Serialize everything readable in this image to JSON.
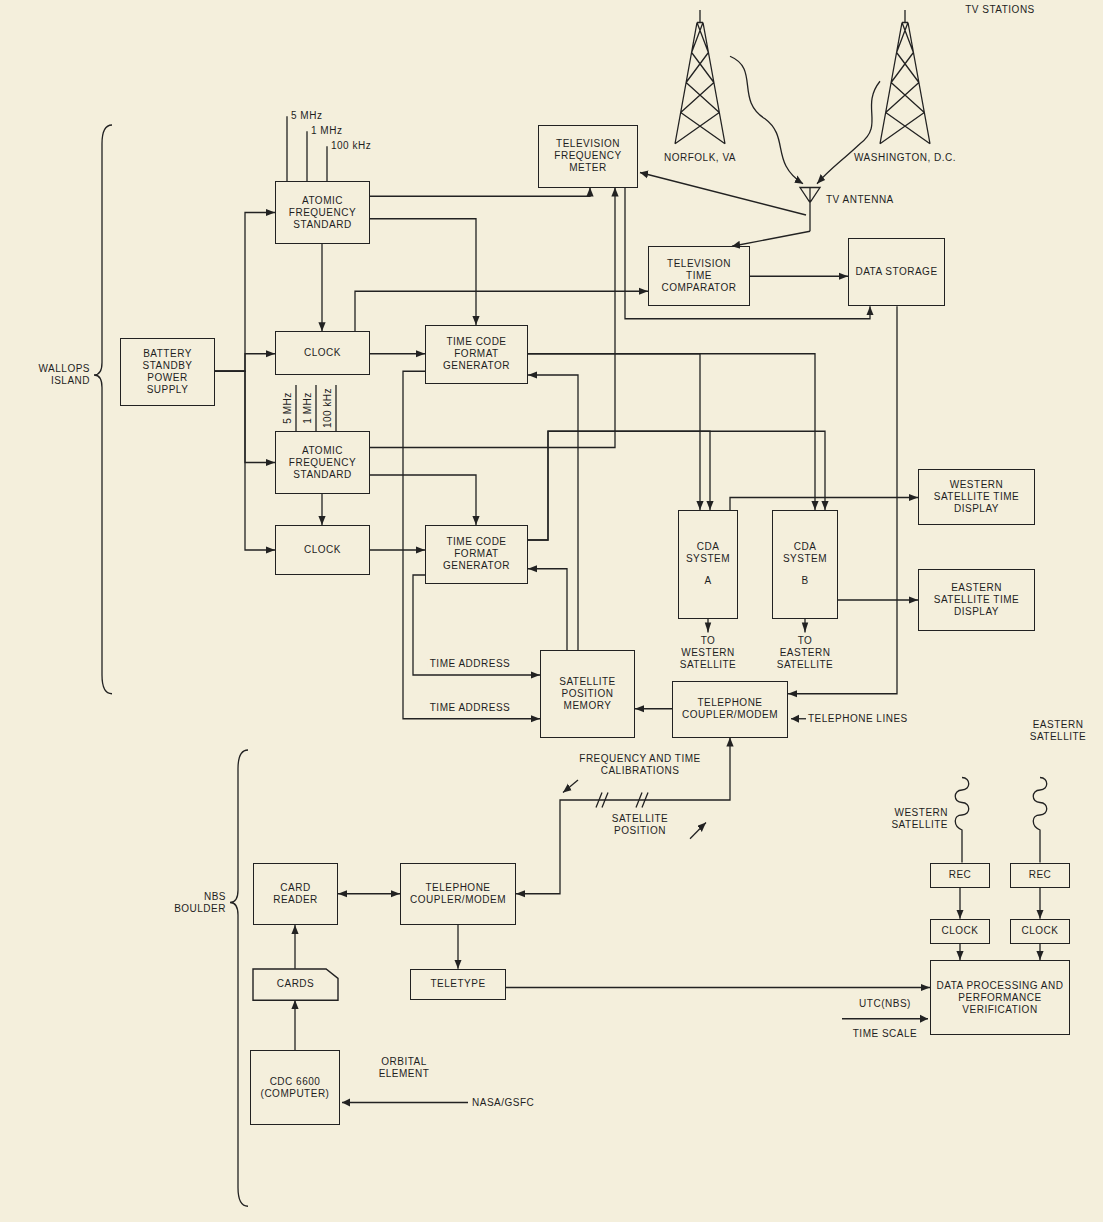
{
  "diagram": {
    "nodes": [
      {
        "text": [
          "TELEVISION FREQUENCY METER"
        ]
      },
      {
        "text": [
          "ATOMIC FREQUENCY STANDARD"
        ]
      },
      {
        "text": [
          "TELEVISION TIME COMPARATOR"
        ]
      },
      {
        "text": [
          "DATA STORAGE"
        ]
      },
      {
        "text": [
          "CLOCK"
        ]
      },
      {
        "text": [
          "TIME CODE FORMAT GENERATOR"
        ]
      },
      {
        "text": [
          "BATTERY STANDBY POWER SUPPLY"
        ]
      },
      {
        "text": [
          "ATOMIC FREQUENCY STANDARD"
        ]
      },
      {
        "text": [
          "CDA SYSTEM",
          "A"
        ]
      },
      {
        "text": [
          "CDA SYSTEM",
          "B"
        ]
      },
      {
        "text": [
          "WESTERN SATELLITE TIME DISPLAY"
        ]
      },
      {
        "text": [
          "EASTERN SATELLITE TIME DISPLAY"
        ]
      },
      {
        "text": [
          "CLOCK"
        ]
      },
      {
        "text": [
          "TIME CODE FORMAT GENERATOR"
        ]
      },
      {
        "text": [
          "SATELLITE POSITION MEMORY"
        ]
      },
      {
        "text": [
          "TELEPHONE COUPLER/MODEM"
        ]
      },
      {
        "text": [
          "CARD READER"
        ]
      },
      {
        "text": [
          "TELEPHONE COUPLER/MODEM"
        ]
      },
      {
        "text": [
          "CARDS"
        ]
      },
      {
        "text": [
          "TELETYPE"
        ]
      },
      {
        "text": [
          "CDC 6600 (COMPUTER)"
        ]
      },
      {
        "text": [
          "REC"
        ]
      },
      {
        "text": [
          "REC"
        ]
      },
      {
        "text": [
          "CLOCK"
        ]
      },
      {
        "text": [
          "CLOCK"
        ]
      },
      {
        "text": [
          "DATA PROCESSING AND PERFORMANCE VERIFICATION"
        ]
      }
    ],
    "edges": [
      {
        "from": 1,
        "to": 0,
        "arrow": "to"
      },
      {
        "from": 1,
        "to": 4,
        "arrow": "to"
      },
      {
        "from": 1,
        "to": 5,
        "arrow": "to"
      },
      {
        "from": 4,
        "to": 5,
        "arrow": "to"
      },
      {
        "from": 4,
        "to": 2,
        "arrow": "to"
      },
      {
        "from": 6,
        "to": 1,
        "arrow": "to"
      },
      {
        "from": 6,
        "to": 4,
        "arrow": "to"
      },
      {
        "from": 6,
        "to": 7,
        "arrow": "to"
      },
      {
        "from": 6,
        "to": 12,
        "arrow": "to"
      },
      {
        "from": 7,
        "to": 12,
        "arrow": "to"
      },
      {
        "from": 7,
        "to": 13,
        "arrow": "to"
      },
      {
        "from": 7,
        "to": 0,
        "arrow": "to"
      },
      {
        "from": 12,
        "to": 13,
        "arrow": "to"
      },
      {
        "from": 5,
        "to": 8,
        "arrow": "to"
      },
      {
        "from": 5,
        "to": 9,
        "arrow": "to"
      },
      {
        "from": 13,
        "to": 8,
        "arrow": "to"
      },
      {
        "from": 13,
        "to": 9,
        "arrow": "to"
      },
      {
        "from": 8,
        "to": 10,
        "arrow": "to"
      },
      {
        "from": 9,
        "to": 11,
        "arrow": "to"
      },
      {
        "from": 0,
        "to": 3,
        "arrow": "to"
      },
      {
        "from": 2,
        "to": 3,
        "arrow": "to"
      },
      {
        "from": 3,
        "to": 15,
        "arrow": "to"
      },
      {
        "from": 15,
        "to": 14,
        "arrow": "to"
      },
      {
        "from": 14,
        "to": 5,
        "arrow": "to"
      },
      {
        "from": 14,
        "to": 13,
        "arrow": "to"
      },
      {
        "from": 5,
        "to": 14,
        "label": "TIME ADDRESS",
        "arrow": "to"
      },
      {
        "from": 13,
        "to": 14,
        "label": "TIME ADDRESS",
        "arrow": "to"
      },
      {
        "from": 15,
        "to": 17,
        "arrow": "both"
      },
      {
        "from": 16,
        "to": 17,
        "arrow": "both"
      },
      {
        "from": 18,
        "to": 16,
        "arrow": "to"
      },
      {
        "from": 20,
        "to": 18,
        "arrow": "to"
      },
      {
        "from": 17,
        "to": 19,
        "arrow": "to"
      },
      {
        "from": 19,
        "to": 25,
        "arrow": "to"
      },
      {
        "from": 21,
        "to": 23,
        "arrow": "to"
      },
      {
        "from": 22,
        "to": 24,
        "arrow": "to"
      },
      {
        "from": 23,
        "to": 25,
        "arrow": "to"
      },
      {
        "from": 24,
        "to": 25,
        "arrow": "to"
      }
    ],
    "labels": [
      "TV STATIONS",
      "NORFOLK, VA",
      "WASHINGTON, D.C.",
      "TV ANTENNA",
      "5 MHz",
      "1 MHz",
      "100 kHz",
      "5 MHz",
      "1 MHz",
      "100 kHz",
      "WALLOPS ISLAND",
      "TO WESTERN SATELLITE",
      "TO EASTERN SATELLITE",
      "TELEPHONE LINES",
      "FREQUENCY AND TIME CALIBRATIONS",
      "SATELLITE POSITION",
      "WESTERN SATELLITE",
      "EASTERN SATELLITE",
      "NBS BOULDER",
      "ORBITAL ELEMENT",
      "NASA/GSFC",
      "UTC(NBS)",
      "TIME SCALE"
    ]
  }
}
